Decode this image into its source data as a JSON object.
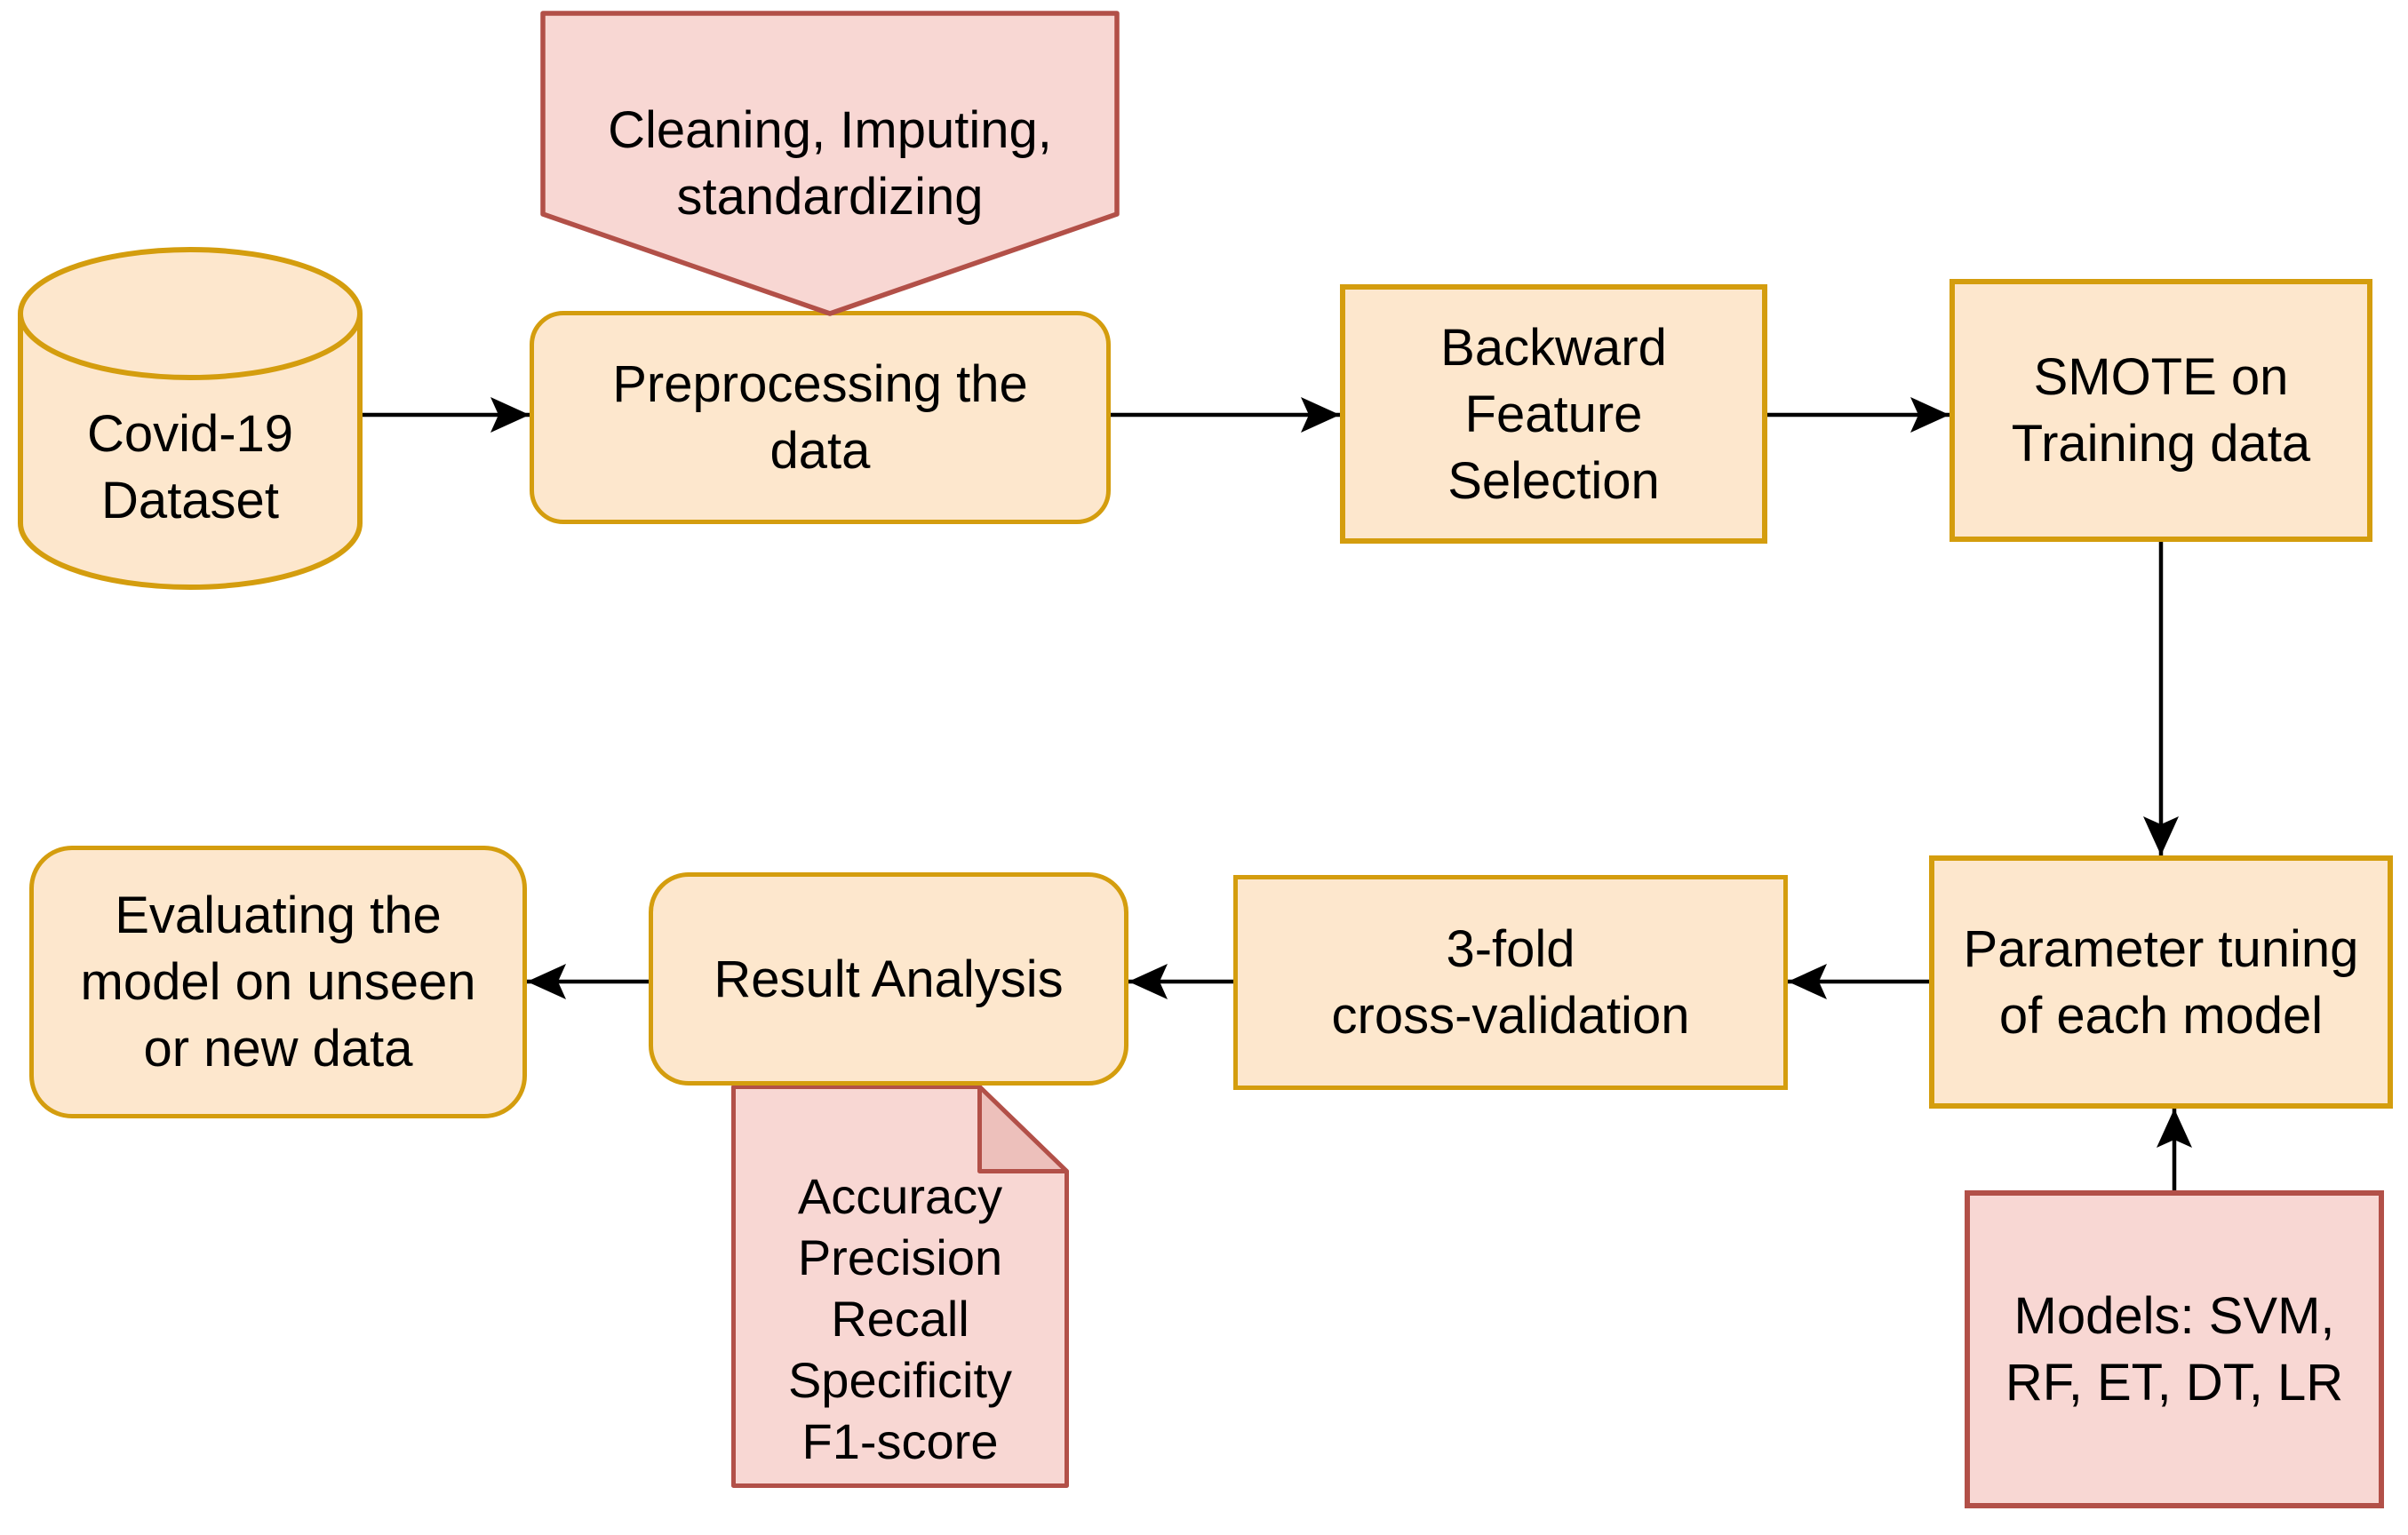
{
  "palette": {
    "process_fill": "#fde7cd",
    "process_border": "#d49d0e",
    "annotation_fill": "#f8d7d3",
    "annotation_border": "#b25048",
    "annotation_fold_fill": "#edc0bb",
    "arrow_color": "#000000",
    "text_color": "#000000",
    "background": "#ffffff"
  },
  "nodes": {
    "dataset": {
      "shape": "cylinder",
      "lines": [
        "Covid-19",
        "Dataset"
      ]
    },
    "cleaning": {
      "shape": "banner-arrow-down",
      "lines": [
        "Cleaning, Imputing,",
        "standardizing"
      ]
    },
    "preprocessing": {
      "shape": "rounded-rect",
      "lines": [
        "Preprocessing the",
        "data"
      ]
    },
    "backward": {
      "shape": "rect",
      "lines": [
        "Backward",
        "Feature",
        "Selection"
      ]
    },
    "smote": {
      "shape": "rect",
      "lines": [
        "SMOTE on",
        "Training data"
      ]
    },
    "parameter": {
      "shape": "rect",
      "lines": [
        "Parameter tuning",
        "of each model"
      ]
    },
    "crossval": {
      "shape": "rect",
      "lines": [
        "3-fold",
        "cross-validation"
      ]
    },
    "result": {
      "shape": "rounded-rect",
      "lines": [
        "Result Analysis"
      ]
    },
    "evaluating": {
      "shape": "rounded-rect",
      "lines": [
        "Evaluating the",
        "model on unseen",
        "or new data"
      ]
    },
    "metrics": {
      "shape": "note",
      "lines": [
        "Accuracy",
        "Precision",
        "Recall",
        "Specificity",
        "F1-score"
      ]
    },
    "models": {
      "shape": "rect",
      "lines": [
        "Models: SVM,",
        "RF, ET, DT, LR"
      ]
    }
  },
  "edges": [
    {
      "from": "dataset",
      "to": "preprocessing"
    },
    {
      "from": "preprocessing",
      "to": "backward"
    },
    {
      "from": "backward",
      "to": "smote"
    },
    {
      "from": "smote",
      "to": "parameter"
    },
    {
      "from": "parameter",
      "to": "crossval"
    },
    {
      "from": "crossval",
      "to": "result"
    },
    {
      "from": "result",
      "to": "evaluating"
    },
    {
      "from": "models",
      "to": "parameter"
    }
  ],
  "annotations": [
    {
      "node": "cleaning",
      "target": "preprocessing",
      "attachment": "pointer-from-top"
    },
    {
      "node": "metrics",
      "target": "result",
      "attachment": "attached-below"
    }
  ]
}
